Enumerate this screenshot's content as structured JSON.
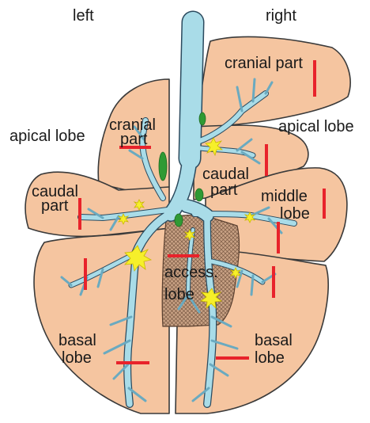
{
  "labels": {
    "left": "left",
    "right": "right",
    "left_apical": "apical lobe",
    "left_cranial_1": "cranial",
    "left_cranial_2": "part",
    "left_caudal_1": "caudal",
    "left_caudal_2": "part",
    "right_cranial": "cranial part",
    "right_apical": "apical lobe",
    "right_caudal_1": "caudal",
    "right_caudal_2": "part",
    "middle_1": "middle",
    "middle_2": "lobe",
    "access_1": "access.",
    "access_2": "lobe",
    "left_basal_1": "basal",
    "left_basal_2": "lobe",
    "right_basal_1": "basal",
    "right_basal_2": "lobe"
  },
  "colors": {
    "lobe_fill": "#f5c5a0",
    "airway": "#a9dce8",
    "cut_mark": "#e8232b",
    "branch_point": "#f6ef2a",
    "lymph_node": "#2f9a34",
    "accessory_hatch": "#8a6a52"
  }
}
